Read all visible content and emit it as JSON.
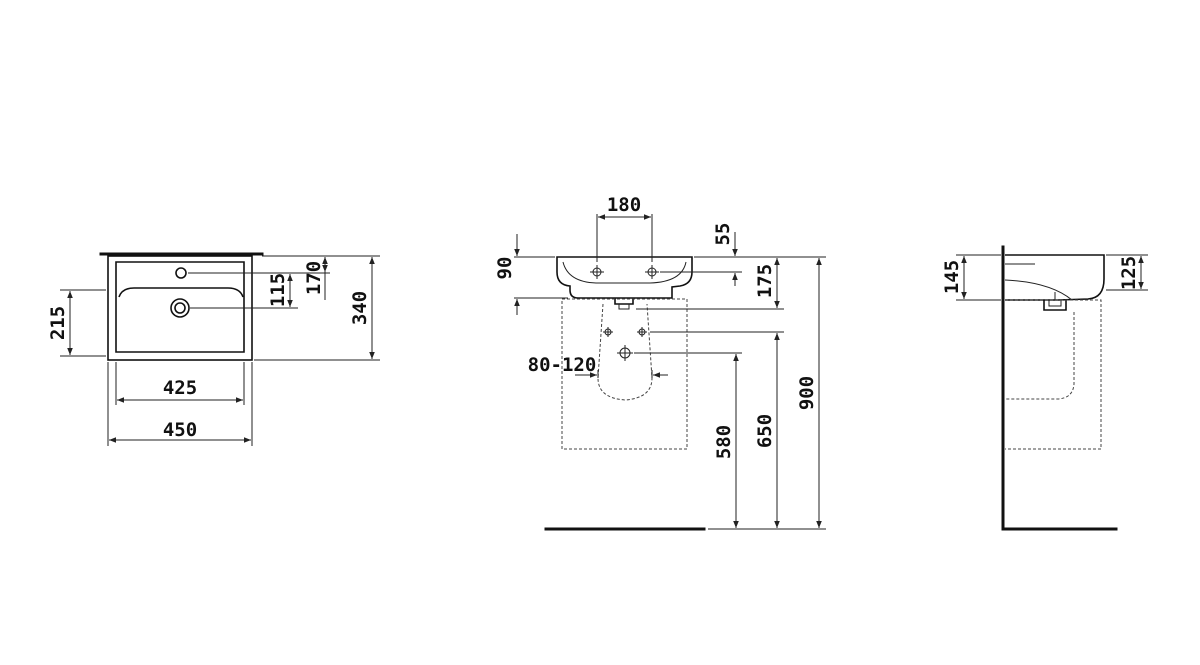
{
  "views": {
    "top": {
      "dims": {
        "width_outer": "450",
        "width_inner": "425",
        "depth_total": "340",
        "tap_hole_offset": "170",
        "waste_offset": "115",
        "waste_from_front": "215"
      }
    },
    "front": {
      "dims": {
        "tap_spacing": "180",
        "rim_thickness": "55",
        "basin_height": "90",
        "trap_depth": "175",
        "waste_spread": "80-120",
        "rim_height_total": "900",
        "fixing_height": "650",
        "waste_outlet_height": "580"
      }
    },
    "side": {
      "dims": {
        "basin_depth": "145",
        "bowl_depth": "125"
      }
    }
  }
}
